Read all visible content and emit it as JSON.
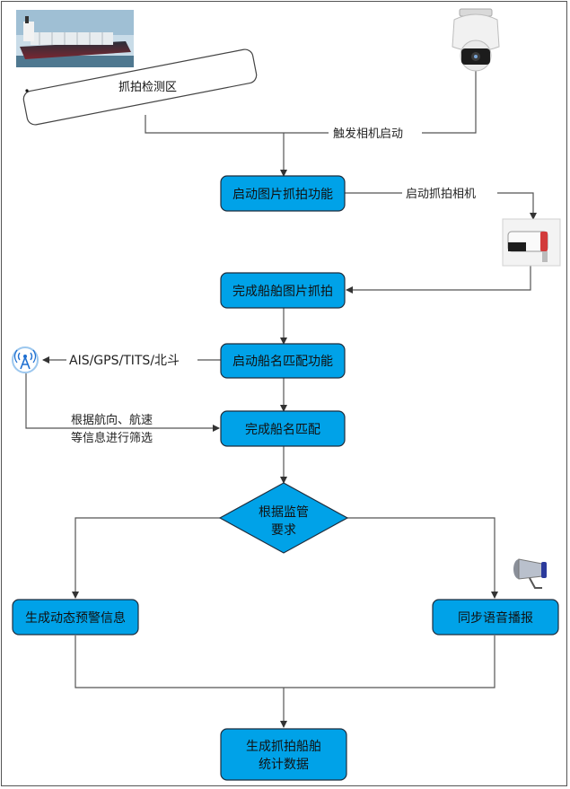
{
  "diagram": {
    "nodes": {
      "capture_zone": "抓拍检测区",
      "start_capture": "启动图片抓拍功能",
      "capture_done": "完成船舶图片抓拍",
      "start_match": "启动船名匹配功能",
      "match_done": "完成船名匹配",
      "decision": [
        "根据监管",
        "要求"
      ],
      "warning": "生成动态预警信息",
      "voice": "同步语音播报",
      "stats": [
        "生成抓拍船舶",
        "统计数据"
      ]
    },
    "edges": {
      "trigger": "触发相机启动",
      "start_camera": "启动抓拍相机",
      "sources": "AIS/GPS/TITS/北斗",
      "filter": [
        "根据航向、航速",
        "等信息进行筛选"
      ]
    },
    "icons": {
      "ship": "ship-photo",
      "ptz_camera": "ptz-dome-camera",
      "bullet_camera": "bullet-camera",
      "antenna": "antenna-signal-icon",
      "megaphone": "megaphone-icon"
    },
    "colors": {
      "box_fill": "#00A2E8",
      "box_stroke": "#1F2D3D",
      "line": "#555555"
    }
  }
}
